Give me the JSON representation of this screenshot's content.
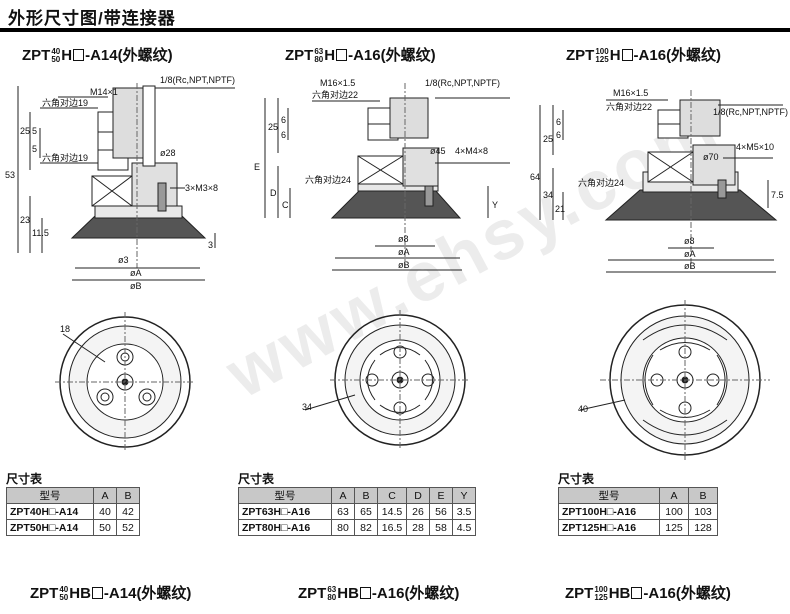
{
  "page_title": "外形尺寸图/带连接器",
  "watermark": "www.ehsy.com",
  "products": [
    {
      "prefix": "ZPT",
      "top": "40",
      "bottom": "50",
      "mid": "H",
      "suffix": "-A14",
      "note": "(外螺纹)",
      "dims": {
        "thread": "M14×1",
        "port": "1/8(Rc,NPT,NPTF)",
        "hex1": "六角对边19",
        "hex2": "六角对边19",
        "d1": "ø28",
        "bolt": "3×M3×8",
        "h25": "25",
        "h5a": "5",
        "h5b": "5",
        "h53": "53",
        "h23": "23",
        "h115": "11.5",
        "h3": "3",
        "dsmall": "ø3",
        "dA": "øA",
        "dB": "øB",
        "top_r": "18"
      }
    },
    {
      "prefix": "ZPT",
      "top": "63",
      "bottom": "80",
      "mid": "H",
      "suffix": "-A16",
      "note": "(外螺纹)",
      "dims": {
        "thread": "M16×1.5",
        "port": "1/8(Rc,NPT,NPTF)",
        "hex1": "六角对边22",
        "hex2": "六角对边24",
        "d1": "ø45",
        "bolt": "4×M4×8",
        "h25": "25",
        "h6a": "6",
        "h6b": "6",
        "E": "E",
        "D": "D",
        "C": "C",
        "Y": "Y",
        "d8": "ø8",
        "dA": "øA",
        "dB": "øB",
        "top_r": "34"
      }
    },
    {
      "prefix": "ZPT",
      "top": "100",
      "bottom": "125",
      "mid": "H",
      "suffix": "-A16",
      "note": "(外螺纹)",
      "dims": {
        "thread": "M16×1.5",
        "port": "1/8(Rc,NPT,NPTF)",
        "hex1": "六角对边22",
        "hex2": "六角对边24",
        "d1": "ø70",
        "bolt": "4×M5×10",
        "h25": "25",
        "h6a": "6",
        "h6b": "6",
        "h64": "64",
        "h34": "34",
        "h21": "21",
        "h75": "7.5",
        "d8": "ø8",
        "dA": "øA",
        "dB": "øB",
        "top_r": "40"
      }
    }
  ],
  "tables": [
    {
      "label": "尺寸表",
      "headers": [
        "型号",
        "A",
        "B"
      ],
      "rows": [
        [
          "ZPT40H□-A14",
          "40",
          "42"
        ],
        [
          "ZPT50H□-A14",
          "50",
          "52"
        ]
      ]
    },
    {
      "label": "尺寸表",
      "headers": [
        "型号",
        "A",
        "B",
        "C",
        "D",
        "E",
        "Y"
      ],
      "rows": [
        [
          "ZPT63H□-A16",
          "63",
          "65",
          "14.5",
          "26",
          "56",
          "3.5"
        ],
        [
          "ZPT80H□-A16",
          "80",
          "82",
          "16.5",
          "28",
          "58",
          "4.5"
        ]
      ]
    },
    {
      "label": "尺寸表",
      "headers": [
        "型号",
        "A",
        "B"
      ],
      "rows": [
        [
          "ZPT100H□-A16",
          "100",
          "103"
        ],
        [
          "ZPT125H□-A16",
          "125",
          "128"
        ]
      ]
    }
  ],
  "bottom_titles": [
    {
      "prefix": "ZPT",
      "top": "40",
      "bottom": "50",
      "mid": "HB",
      "suffix": "-A14",
      "note": "(外螺纹)"
    },
    {
      "prefix": "ZPT",
      "top": "63",
      "bottom": "80",
      "mid": "HB",
      "suffix": "-A16",
      "note": "(外螺纹)"
    },
    {
      "prefix": "ZPT",
      "top": "100",
      "bottom": "125",
      "mid": "HB",
      "suffix": "-A16",
      "note": "(外螺纹)"
    }
  ]
}
